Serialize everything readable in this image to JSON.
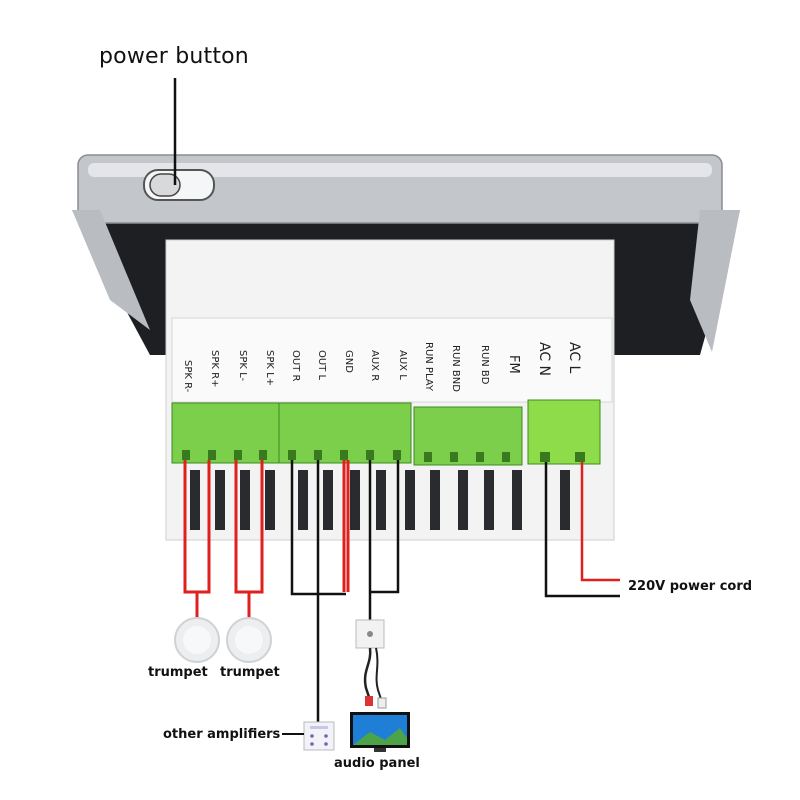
{
  "labels": {
    "power_button": "power button",
    "power_cord": "220V power cord",
    "trumpet_left": "trumpet",
    "trumpet_right": "trumpet",
    "other_amplifiers": "other amplifiers",
    "audio_panel": "audio panel"
  },
  "terminals": [
    {
      "id": "spk-r-minus",
      "label": "SPK R-"
    },
    {
      "id": "spk-r-plus",
      "label": "SPK R+"
    },
    {
      "id": "spk-l-minus",
      "label": "SPK L-"
    },
    {
      "id": "spk-l-plus",
      "label": "SPK L+"
    },
    {
      "id": "out-r",
      "label": "OUT R"
    },
    {
      "id": "out-l",
      "label": "OUT L"
    },
    {
      "id": "gnd",
      "label": "GND"
    },
    {
      "id": "aux-r",
      "label": "AUX R"
    },
    {
      "id": "aux-l",
      "label": "AUX L"
    },
    {
      "id": "run-play",
      "label": "RUN PLAY"
    },
    {
      "id": "run-bnd",
      "label": "RUN BND"
    },
    {
      "id": "run-bd",
      "label": "RUN BD"
    },
    {
      "id": "fm",
      "label": "FM"
    },
    {
      "id": "ac-n",
      "label": "AC N"
    },
    {
      "id": "ac-l",
      "label": "AC L"
    }
  ],
  "colors": {
    "connector_green": "#7ccf4a",
    "power_connector_green": "#8fdc4a",
    "wire_red": "#e0201c",
    "wire_black": "#111111",
    "housing_silver": "#c9ccd0",
    "terminal_panel": "#f2f2f2"
  }
}
